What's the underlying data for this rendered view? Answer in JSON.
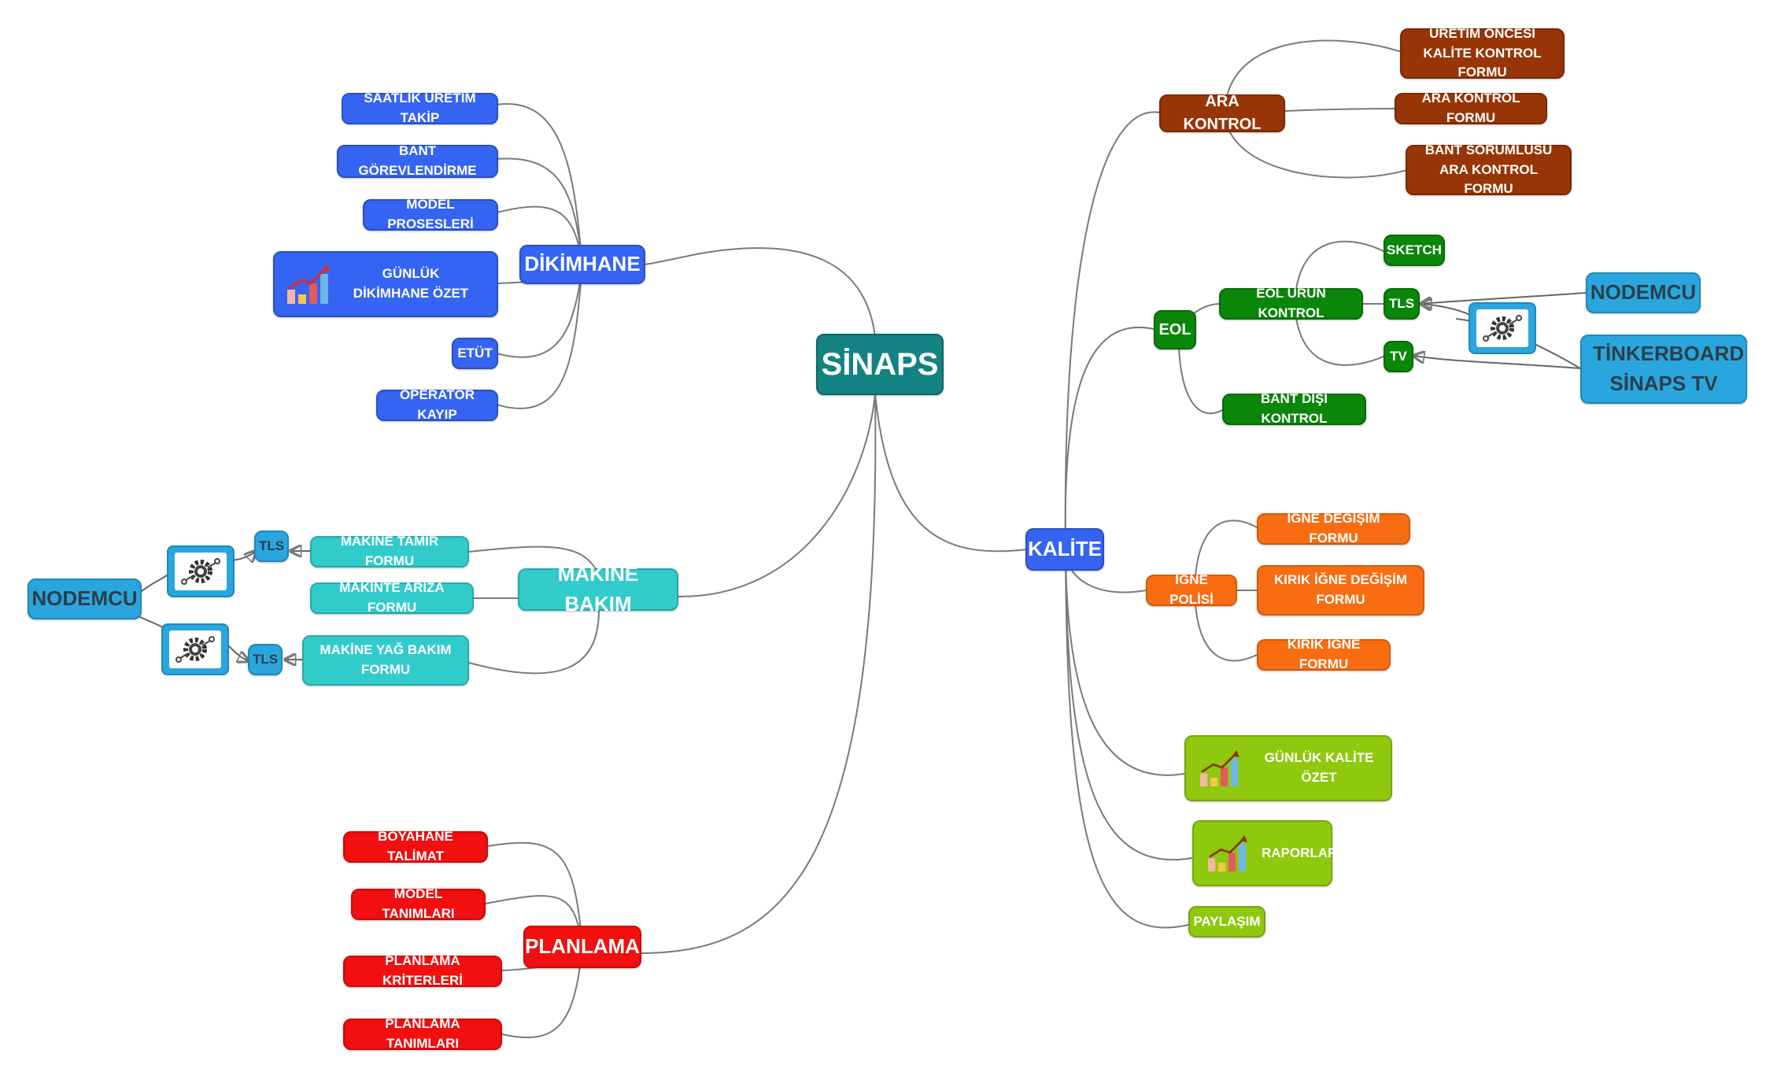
{
  "colors": {
    "root": "#138282",
    "dikimhane": "#3564f3",
    "ara_kontrol": "#983506",
    "eol": "#0a8609",
    "igne": "#f96d12",
    "lime": "#8ec90d",
    "planlama": "#f10f0f",
    "makine": "#32cbcb",
    "device": "#2aa6de"
  },
  "root": {
    "label": "SİNAPS"
  },
  "dikimhane": {
    "label": "DİKİMHANE",
    "items": [
      {
        "label": "SAATLİK ÜRETİM TAKİP"
      },
      {
        "label": "BANT GÖREVLENDİRME"
      },
      {
        "label": "MODEL PROSESLERİ"
      },
      {
        "label": "GÜNLÜK DİKİMHANE ÖZET",
        "icon": "bar-chart-icon"
      },
      {
        "label": "ETÜT"
      },
      {
        "label": "OPERATÖR KAYIP"
      }
    ]
  },
  "makine_bakim": {
    "label": "MAKİNE BAKIM",
    "items": [
      {
        "label": "MAKİNE TAMİR FORMU"
      },
      {
        "label": "MAKİNTE ARIZA FORMU"
      },
      {
        "label": "MAKİNE YAĞ BAKIM FORMU"
      }
    ],
    "devices": {
      "tls_top": "TLS",
      "tls_bottom": "TLS",
      "nodemcu": "NODEMCU"
    }
  },
  "planlama": {
    "label": "PLANLAMA",
    "items": [
      {
        "label": "BOYAHANE TALİMAT"
      },
      {
        "label": "MODEL TANIMLARI"
      },
      {
        "label": "PLANLAMA KRİTERLERİ"
      },
      {
        "label": "PLANLAMA TANIMLARI"
      }
    ]
  },
  "kalite": {
    "label": "KALİTE",
    "ara_kontrol": {
      "label": "ARA KONTROL",
      "items": [
        {
          "label": "ÜRETİM ÖNCESİ KALİTE KONTROL FORMU"
        },
        {
          "label": "ARA KONTROL FORMU"
        },
        {
          "label": "BANT SORUMLUSU ARA KONTROL FORMU"
        }
      ]
    },
    "eol": {
      "label": "EOL",
      "urun_kontrol": {
        "label": "EOL ÜRÜN KONTROL",
        "items": [
          {
            "label": "SKETCH"
          },
          {
            "label": "TLS"
          },
          {
            "label": "TV"
          }
        ]
      },
      "bant_disi": {
        "label": "BANT DIŞI KONTROL"
      },
      "devices": {
        "nodemcu": "NODEMCU",
        "tinkerboard": "TİNKERBOARD SİNAPS TV"
      }
    },
    "igne_polisi": {
      "label": "İĞNE POLİSİ",
      "items": [
        {
          "label": "İĞNE DEĞİŞİM FORMU"
        },
        {
          "label": "KIRIK İĞNE DEĞİŞİM FORMU"
        },
        {
          "label": "KIRIK İĞNE FORMU"
        }
      ]
    },
    "gunluk_ozet": {
      "label": "GÜNLÜK KALİTE ÖZET",
      "icon": "bar-chart-icon"
    },
    "raporlar": {
      "label": "RAPORLAR",
      "icon": "bar-chart-icon"
    },
    "paylasim": {
      "label": "PAYLAŞIM"
    }
  },
  "icons": {
    "chart": "bar-chart-icon",
    "gear": "gear-icon"
  }
}
